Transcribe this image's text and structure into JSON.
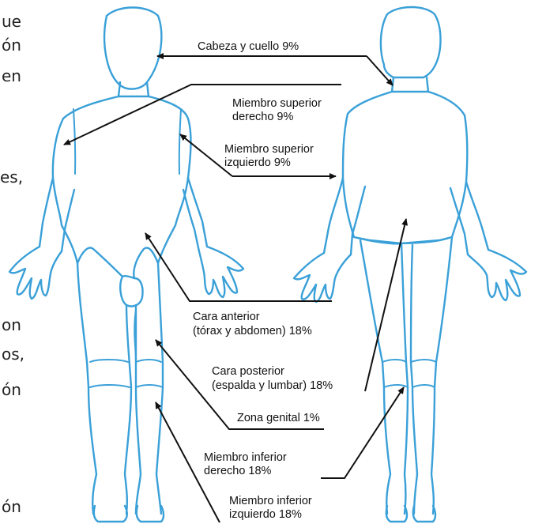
{
  "side_text": {
    "frag_1": "ue",
    "frag_2": "ón",
    "frag_3": "en",
    "frag_4": "es,",
    "frag_5": "on",
    "frag_6": "os,",
    "frag_7": "ón",
    "frag_8": "ón"
  },
  "labels": {
    "cabeza": "Cabeza y cuello 9%",
    "mss_der_1": "Miembro superior",
    "mss_der_2": "derecho 9%",
    "mss_izq_1": "Miembro superior",
    "mss_izq_2": "izquierdo 9%",
    "anterior_1": "Cara anterior",
    "anterior_2": "(tórax y abdomen) 18%",
    "posterior_1": "Cara posterior",
    "posterior_2": "(espalda y lumbar) 18%",
    "genital": "Zona genital 1%",
    "mii_der_1": "Miembro inferior",
    "mii_der_2": "derecho 18%",
    "mii_izq_1": "Miembro inferior",
    "mii_izq_2": "izquierdo 18%"
  },
  "colors": {
    "body_outline": "#3aa0d8",
    "leader_line": "#111111"
  }
}
